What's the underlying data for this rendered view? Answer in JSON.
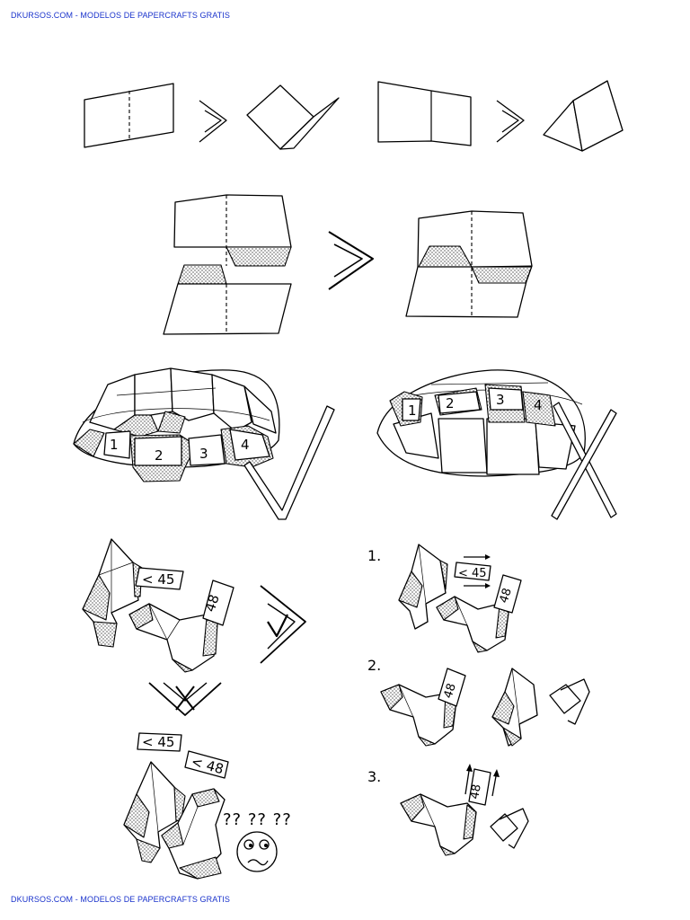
{
  "header": {
    "site_label": "DKURSOS.COM - MODELOS DE PAPERCRAFTS GRATIS"
  },
  "footer": {
    "site_label": "DKURSOS.COM - MODELOS DE PAPERCRAFTS GRATIS"
  },
  "dome_correct": {
    "tab_labels": [
      "1",
      "2",
      "3",
      "4"
    ]
  },
  "dome_wrong": {
    "tab_labels": [
      "1",
      "2",
      "3",
      "4"
    ]
  },
  "pieces": {
    "label_a": "< 45",
    "label_b": "48"
  },
  "wrong_pieces": {
    "label_a": "< 45",
    "label_b": "< 48",
    "confused": "?? ?? ??"
  },
  "steps": {
    "step1": "1.",
    "step2": "2.",
    "step3": "3.",
    "label_48": "48",
    "label_45": "< 45"
  },
  "colors": {
    "header_link": "#1a33cc"
  },
  "icons": [
    "arrow-right-icon",
    "checkmark-icon",
    "cross-icon",
    "confused-face-icon"
  ]
}
